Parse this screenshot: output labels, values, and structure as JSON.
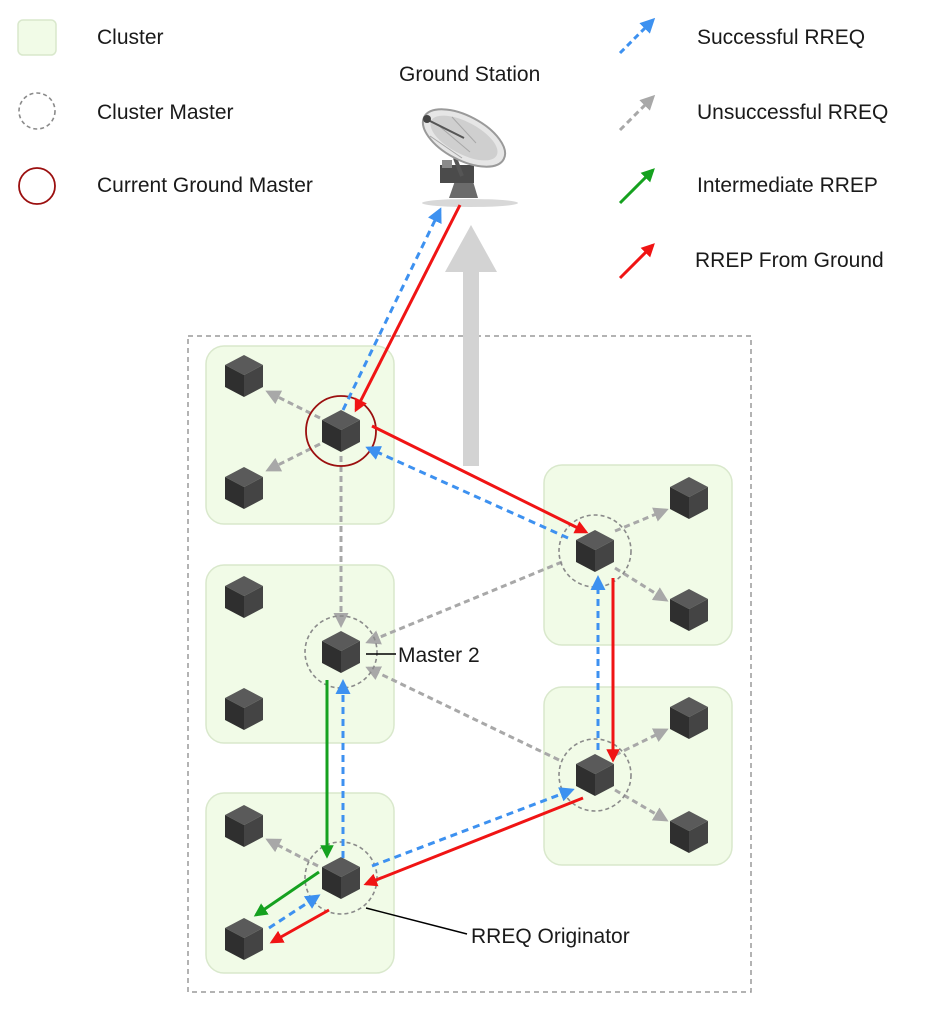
{
  "legend": {
    "cluster": "Cluster",
    "cluster_master": "Cluster Master",
    "current_ground_master": "Current Ground Master",
    "successful_rreq": "Successful RREQ",
    "unsuccessful_rreq": "Unsuccessful RREQ",
    "intermediate_rrep": "Intermediate RREP",
    "rrep_from_ground": "RREP From Ground"
  },
  "labels": {
    "ground_station": "Ground Station",
    "master_2": "Master 2",
    "rreq_originator": "RREQ Originator"
  },
  "colors": {
    "cluster_fill": "#f1fbe7",
    "cluster_stroke": "#d9e8cc",
    "successful_rreq": "#3d91f0",
    "unsuccessful_rreq": "#a8a8a8",
    "intermediate_rrep": "#15a11f",
    "rrep_from_ground": "#f01414",
    "ground_master_ring": "#9b0f0f",
    "node": "#3a3a3a"
  },
  "icons": {
    "node": "cube-node-icon",
    "ground_station": "satellite-dish-icon"
  }
}
